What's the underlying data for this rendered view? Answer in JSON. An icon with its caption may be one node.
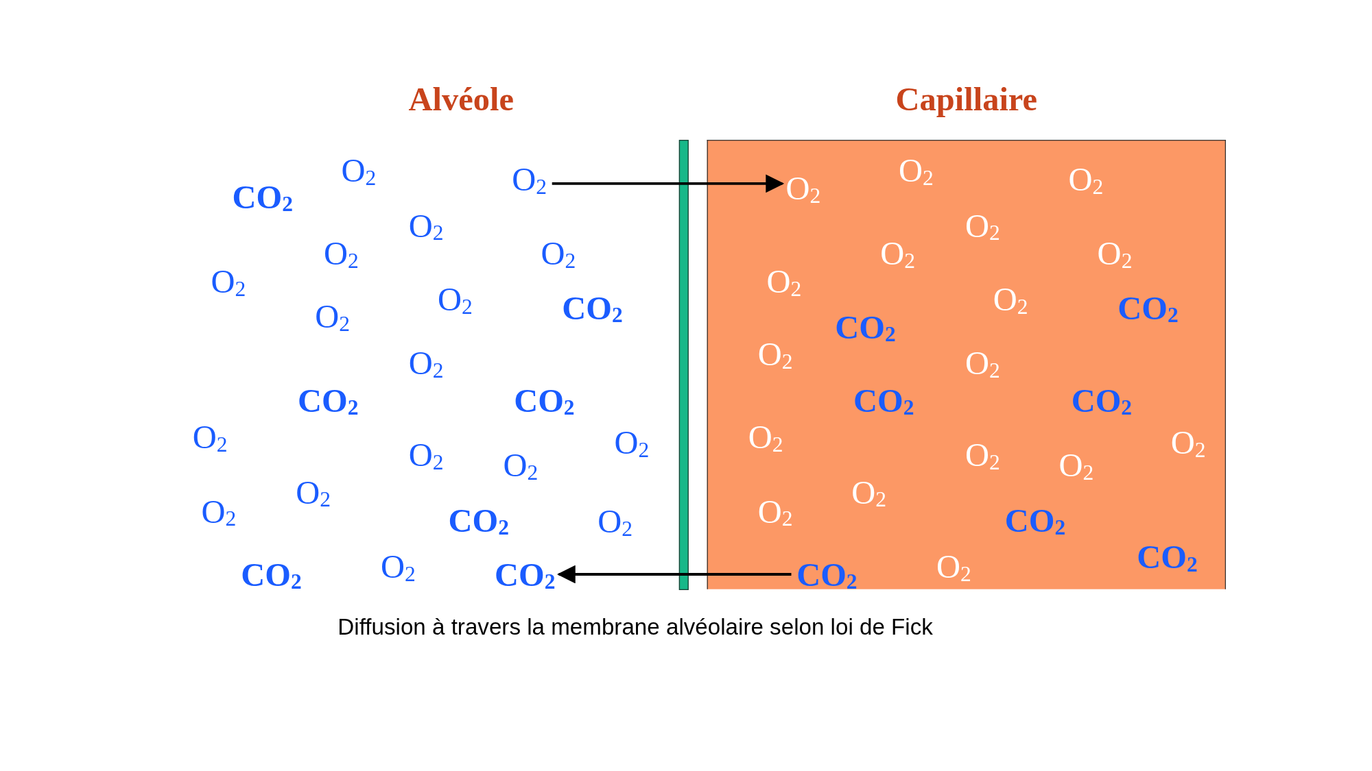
{
  "diagram": {
    "caption": "Diffusion à travers la membrane alvéolaire selon loi de Fick",
    "nodes": [
      {
        "text": [
          "Capillaire"
        ]
      },
      {
        "text": [
          "O$_{2}$"
        ]
      },
      {
        "text": [
          "O$_{2}$"
        ],
        "in": 0
      },
      {
        "text": [
          "CO$_{2}$"
        ],
        "in": 0
      },
      {
        "text": [
          "CO$_{2}$"
        ]
      },
      {
        "text": [],
        "shape": "bar"
      }
    ],
    "edges": [
      {
        "from": 1,
        "to": 2,
        "arrow": "to"
      },
      {
        "from": 3,
        "to": 4,
        "arrow": "to"
      }
    ],
    "labels": [
      "Alvéole",
      "O$_{2}$",
      "CO$_{2}$",
      "O$_{2}$",
      "O$_{2}$",
      "O$_{2}$",
      "O$_{2}$",
      "O$_{2}$",
      "O$_{2}$",
      "CO$_{2}$",
      "O$_{2}$",
      "CO$_{2}$",
      "CO$_{2}$",
      "O$_{2}$",
      "O$_{2}$",
      "O$_{2}$",
      "O$_{2}$",
      "O$_{2}$",
      "O$_{2}$",
      "CO$_{2}$",
      "O$_{2}$",
      "CO$_{2}$",
      "O$_{2}$",
      "O$_{2}$",
      "O$_{2}$",
      "O$_{2}$",
      "O$_{2}$",
      "O$_{2}$",
      "O$_{2}$",
      "O$_{2}$",
      "CO$_{2}$",
      "CO$_{2}$",
      "O$_{2}$",
      "O$_{2}$",
      "CO$_{2}$",
      "CO$_{2}$",
      "O$_{2}$",
      "O$_{2}$",
      "O$_{2}$",
      "O$_{2}$",
      "O$_{2}$",
      "O$_{2}$",
      "CO$_{2}$",
      "O$_{2}$",
      "CO$_{2}$"
    ]
  }
}
